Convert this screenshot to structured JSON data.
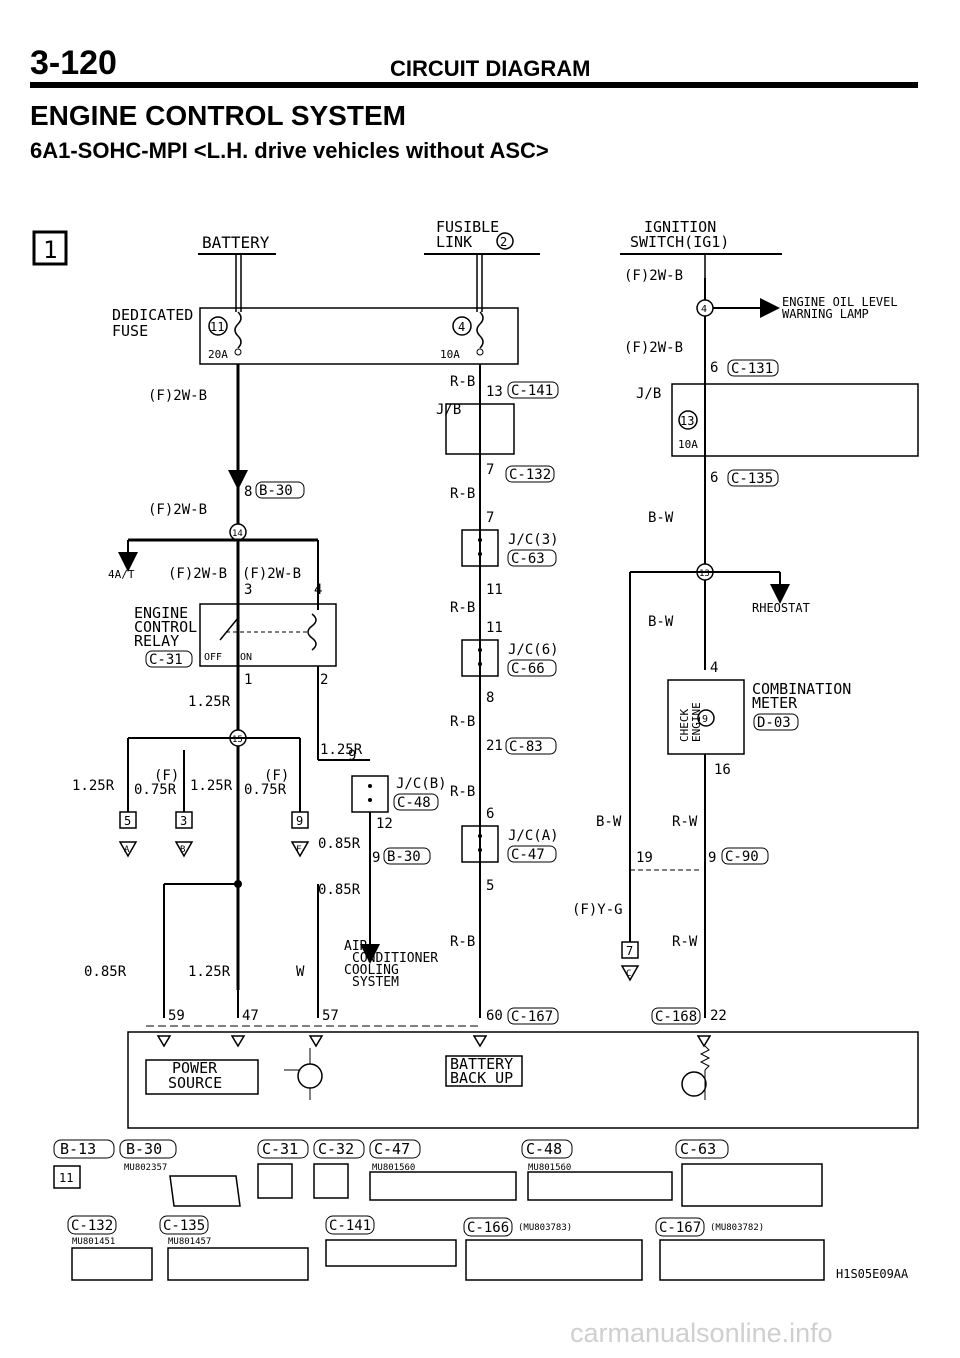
{
  "header": {
    "page_number": "3-120",
    "category": "CIRCUIT DIAGRAM",
    "title": "ENGINE CONTROL SYSTEM",
    "subtitle": "6A1-SOHC-MPI <L.H. drive vehicles without ASC>"
  },
  "diagram": {
    "section": "1",
    "battery": "BATTERY",
    "fusible_link": [
      "FUSIBLE",
      "LINK"
    ],
    "fusible_link_num": "2",
    "ignition_switch": [
      "IGNITION",
      "SWITCH(IG1)"
    ],
    "dedicated_fuse": [
      "DEDICATED",
      "FUSE"
    ],
    "fuse_11": "11",
    "fuse_11_rating": "20A",
    "fuse_4": "4",
    "fuse_4_rating": "10A",
    "fuse_13": "13",
    "fuse_13_rating": "10A",
    "wire_f2wb": "(F)2W-B",
    "wire_rb": "R-B",
    "wire_bw": "B-W",
    "wire_rw": "R-W",
    "wire_fyg": "(F)Y-G",
    "wire_125r": "1.25R",
    "wire_f075r": [
      "(F)",
      "0.75R"
    ],
    "wire_085r": "0.85R",
    "wire_w": "W",
    "jb": "J/B",
    "engine_oil_lamp": [
      "ENGINE OIL LEVEL",
      "WARNING LAMP"
    ],
    "four_at": "4A/T",
    "engine_control_relay": [
      "ENGINE",
      "CONTROL",
      "RELAY"
    ],
    "relay_off": "OFF",
    "relay_on": "ON",
    "jc3": "J/C(3)",
    "jc6": "J/C(6)",
    "jcb": "J/C(B)",
    "jca": "J/C(A)",
    "rheostat": "RHEOSTAT",
    "combination_meter": [
      "COMBINATION",
      "METER"
    ],
    "check_engine": [
      "CHECK",
      "ENGINE"
    ],
    "ac_bullet": "AIR",
    "ac_cond": "CONDITIONER",
    "cooling_bullet": "COOLING",
    "cooling_system": "SYSTEM",
    "power_source": [
      "POWER",
      "SOURCE"
    ],
    "battery_backup": [
      "BATTERY",
      "BACK UP"
    ],
    "connectors": {
      "c141": "C-141",
      "c132": "C-132",
      "c63": "C-63",
      "c66": "C-66",
      "c83": "C-83",
      "c48": "C-48",
      "c47": "C-47",
      "b30": "B-30",
      "c31": "C-31",
      "c131": "C-131",
      "c135": "C-135",
      "d03": "D-03",
      "c90": "C-90",
      "c167": "C-167",
      "c168": "C-168",
      "b13": "B-13",
      "c32": "C-32",
      "c166": "C-166"
    },
    "pins": {
      "p13": "13",
      "p7": "7",
      "p11": "11",
      "p8": "8",
      "p21": "21",
      "p6": "6",
      "p5": "5",
      "p60": "60",
      "p9": "9",
      "p12": "12",
      "p3": "3",
      "p4": "4",
      "p1": "1",
      "p2": "2",
      "p59": "59",
      "p47": "47",
      "p57": "57",
      "p16": "16",
      "p19": "19",
      "p22": "22",
      "j14": "14",
      "j15": "15",
      "j13": "13",
      "c4": "4",
      "c9": "9"
    },
    "grounds": {
      "g5": "5",
      "g3": "3",
      "g9": "9",
      "g7": "7",
      "ga": "A",
      "gb": "B",
      "gf": "F",
      "gc": "C"
    },
    "legend": {
      "b13_pin": "11",
      "part_mu802357": "MU802357",
      "part_mu801560": "MU801560",
      "part_mu801451": "MU801451",
      "part_mu801457": "MU801457",
      "part_c166": "(MU803783)",
      "part_c167": "(MU803782)",
      "drawing_code": "H1S05E09AA"
    }
  },
  "watermark": "carmanualsonline.info",
  "colors": {
    "ink": "#000000",
    "watermark": "#cfcfcf",
    "background": "#ffffff"
  }
}
